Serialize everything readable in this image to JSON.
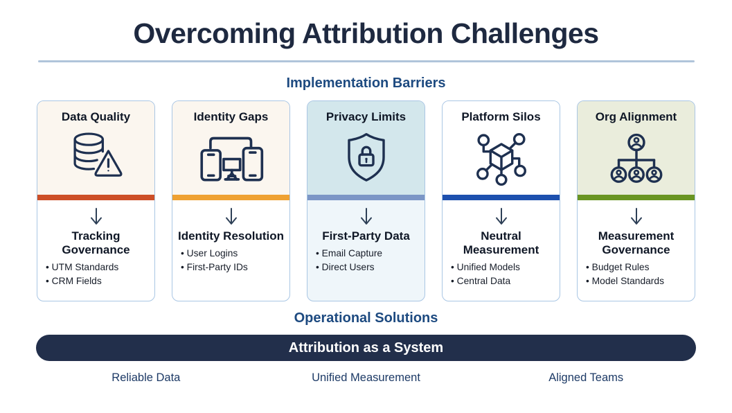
{
  "page": {
    "title": "Overcoming Attribution Challenges",
    "top_section_label": "Implementation Barriers",
    "bottom_section_label": "Operational Solutions"
  },
  "colors": {
    "title_text": "#1e2940",
    "header_divider": "#b0c4da",
    "section_label": "#1d4a80",
    "card_border": "#a9c6e4",
    "icon_stroke": "#1e3050",
    "footer_label": "#1d3a66"
  },
  "cards": [
    {
      "title": "Data Quality",
      "icon": "database-warning-icon",
      "tint": "#fbf6ef",
      "accent": "#cd4f27",
      "body_bg": "#ffffff",
      "solution": "Tracking Governance",
      "bullets": [
        "UTM Standards",
        "CRM Fields"
      ]
    },
    {
      "title": "Identity Gaps",
      "icon": "multi-device-icon",
      "tint": "#fbf6ef",
      "accent": "#efa132",
      "body_bg": "#ffffff",
      "solution": "Identity Resolution",
      "bullets": [
        "User Logins",
        "First-Party IDs"
      ]
    },
    {
      "title": "Privacy Limits",
      "icon": "shield-lock-icon",
      "tint": "#d3e7ec",
      "accent": "#7c96c6",
      "body_bg": "#eff6fa",
      "solution": "First-Party Data",
      "bullets": [
        "Email Capture",
        "Direct Users"
      ]
    },
    {
      "title": "Platform Silos",
      "icon": "network-cube-icon",
      "tint": "#ffffff",
      "accent": "#1d50ae",
      "body_bg": "#ffffff",
      "solution": "Neutral Measurement",
      "bullets": [
        "Unified Models",
        "Central Data"
      ]
    },
    {
      "title": "Org Alignment",
      "icon": "org-chart-icon",
      "tint": "#eaeddc",
      "accent": "#6a9522",
      "body_bg": "#ffffff",
      "solution": "Measurement Governance",
      "bullets": [
        "Budget Rules",
        "Model Standards"
      ]
    }
  ],
  "banner": {
    "label": "Attribution as a System",
    "bg": "#222f4b",
    "text_color": "#ffffff"
  },
  "footer_labels": [
    "Reliable Data",
    "Unified Measurement",
    "Aligned Teams"
  ]
}
